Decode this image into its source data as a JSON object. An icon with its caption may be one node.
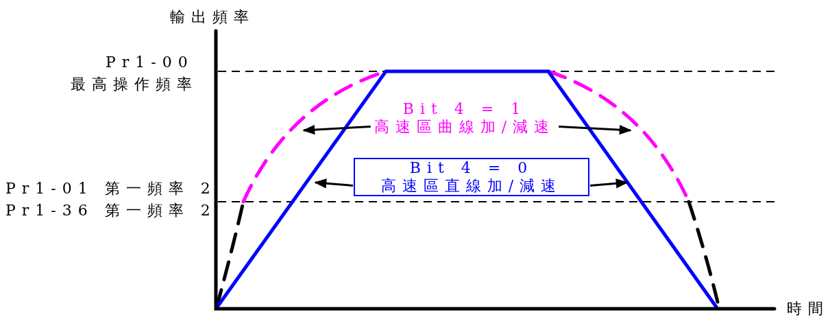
{
  "diagram": {
    "nodes": [
      {
        "text": [
          "Bit 4 = 1",
          "高速區曲線加/減速"
        ]
      },
      {
        "text": [
          "Bit 4 = 0",
          "高速區直線加/減速"
        ]
      }
    ],
    "edges": [
      {
        "from": 0,
        "to": null,
        "arrow": "to"
      },
      {
        "from": 0,
        "to": null,
        "arrow": "to"
      },
      {
        "from": 1,
        "to": null,
        "arrow": "to"
      },
      {
        "from": 1,
        "to": null,
        "arrow": "to"
      }
    ],
    "labels": [
      "輸出頻率",
      "Pr1-00",
      "最高操作頻率",
      "Pr1-01 第一頻率 2",
      "Pr1-36 第一頻率 2",
      "時間"
    ]
  }
}
